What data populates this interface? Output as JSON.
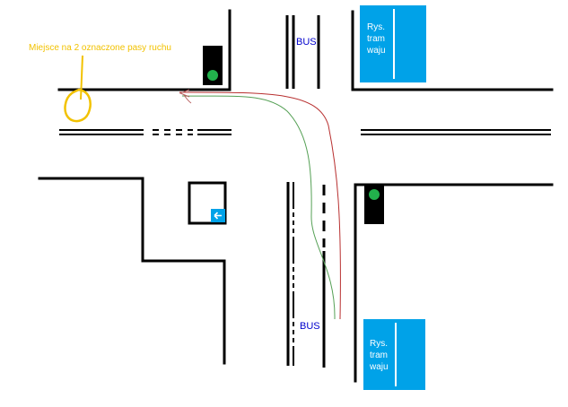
{
  "annotation": {
    "text": "Miejsce na 2 oznaczone pasy ruchu"
  },
  "labels": {
    "bus_top": "BUS",
    "bus_bottom": "BUS"
  },
  "panels": {
    "top": {
      "lines": [
        "Rys.",
        "tram",
        "waju"
      ]
    },
    "bottom": {
      "lines": [
        "Rys.",
        "tram",
        "waju"
      ]
    }
  },
  "colors": {
    "road_line": "#000000",
    "annotation": "#f2c200",
    "bus_text": "#0000cc",
    "panel_fill": "#00a2e8",
    "panel_text": "#ffffff",
    "light_on": "#22b14c",
    "light_housing": "#000000",
    "arrow_sign": "#00a2e8",
    "path_red": "#b83030",
    "path_green": "#55a055"
  },
  "icons": {
    "traffic_light": "traffic-light-icon",
    "arrow_sign": "left-arrow-sign-icon"
  }
}
